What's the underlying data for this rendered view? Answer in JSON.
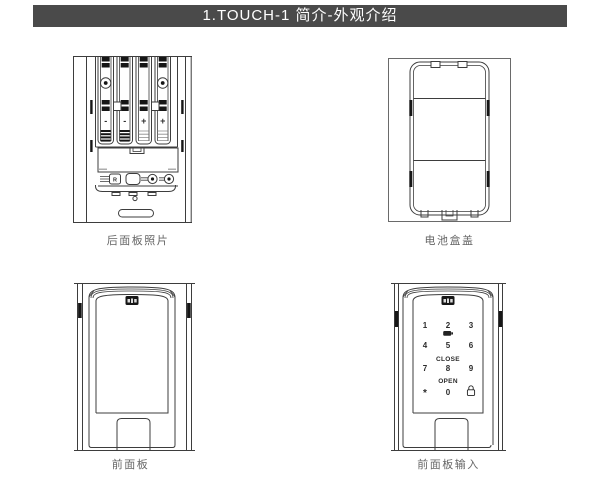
{
  "header": {
    "title": "1.TOUCH-1 简介-外观介绍",
    "bg_color": "#4a4a4a",
    "text_color": "#ffffff"
  },
  "figures": {
    "back_panel": {
      "caption": "后面板照片",
      "polarity": [
        "-",
        "-",
        "+",
        "+"
      ],
      "reset_label": "R"
    },
    "battery_cover": {
      "caption": "电池盒盖"
    },
    "front_panel": {
      "caption": "前面板"
    },
    "front_input": {
      "caption": "前面板输入",
      "keypad": {
        "row1": [
          "1",
          "2",
          "3"
        ],
        "row2": [
          "4",
          "5",
          "6"
        ],
        "row3": [
          "7",
          "8",
          "9"
        ],
        "star": "*",
        "zero": "0",
        "close": "CLOSE",
        "open": "OPEN"
      }
    }
  },
  "colors": {
    "line": "#3d3d3d",
    "caption": "#666666"
  }
}
